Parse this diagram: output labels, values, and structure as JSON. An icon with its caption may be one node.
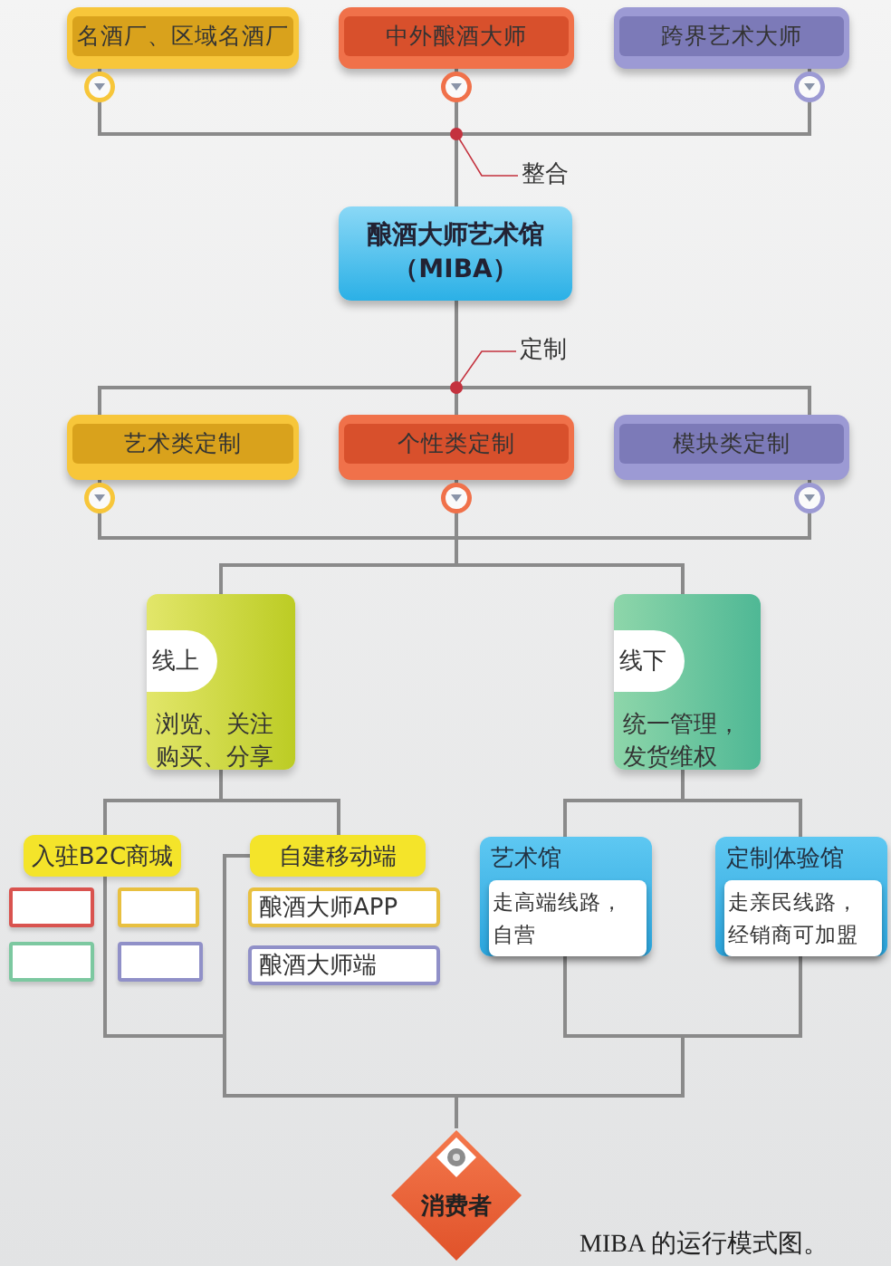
{
  "diagram": {
    "caption": "MIBA 的运行模式图。",
    "nodes": [
      {
        "text": [
          "名酒厂、区域名酒厂"
        ]
      },
      {
        "text": [
          "中外酿酒大师"
        ]
      },
      {
        "text": [
          "跨界艺术大师"
        ]
      },
      {
        "text": [
          "酿酒大师艺术馆（MIBA）"
        ]
      },
      {
        "text": [
          "艺术类定制"
        ]
      },
      {
        "text": [
          "个性类定制"
        ]
      },
      {
        "text": [
          "模块类定制"
        ]
      },
      {
        "text": [
          "线上",
          "浏览、关注购买、分享"
        ]
      },
      {
        "text": [
          "线下",
          "统一管理，发货维权"
        ]
      },
      {
        "text": [
          "入驻B2C商城"
        ]
      },
      {
        "text": [
          "自建移动端"
        ]
      },
      {
        "text": [
          "艺术馆",
          "走高端线路，自营"
        ]
      },
      {
        "text": [
          "定制体验馆",
          "走亲民线路，经销商可加盟"
        ]
      },
      {
        "text": [],
        "shape": "box"
      },
      {
        "text": [],
        "shape": "box"
      },
      {
        "text": [],
        "shape": "box"
      },
      {
        "text": [],
        "shape": "box"
      },
      {
        "text": [
          "酿酒大师APP"
        ]
      },
      {
        "text": [
          "酿酒大师端"
        ]
      },
      {
        "text": [
          "消费者"
        ]
      }
    ],
    "edges": [
      {
        "from": 0,
        "to": 3,
        "arrow": "none"
      },
      {
        "from": 1,
        "to": 3,
        "arrow": "none",
        "label": "整合"
      },
      {
        "from": 2,
        "to": 3,
        "arrow": "none"
      },
      {
        "from": 3,
        "to": 4,
        "arrow": "none"
      },
      {
        "from": 3,
        "to": 5,
        "arrow": "none",
        "label": "定制"
      },
      {
        "from": 3,
        "to": 6,
        "arrow": "none"
      },
      {
        "from": 4,
        "to": 7,
        "arrow": "none"
      },
      {
        "from": 4,
        "to": 8,
        "arrow": "none"
      },
      {
        "from": 5,
        "to": 7,
        "arrow": "none"
      },
      {
        "from": 5,
        "to": 8,
        "arrow": "none"
      },
      {
        "from": 6,
        "to": 7,
        "arrow": "none"
      },
      {
        "from": 6,
        "to": 8,
        "arrow": "none"
      },
      {
        "from": 7,
        "to": 9,
        "arrow": "none"
      },
      {
        "from": 7,
        "to": 10,
        "arrow": "none"
      },
      {
        "from": 8,
        "to": 11,
        "arrow": "none"
      },
      {
        "from": 8,
        "to": 12,
        "arrow": "none"
      },
      {
        "from": 9,
        "to": 19,
        "arrow": "none"
      },
      {
        "from": 10,
        "to": 19,
        "arrow": "none"
      },
      {
        "from": 11,
        "to": 19,
        "arrow": "none"
      },
      {
        "from": 12,
        "to": 19,
        "arrow": "none"
      }
    ]
  }
}
